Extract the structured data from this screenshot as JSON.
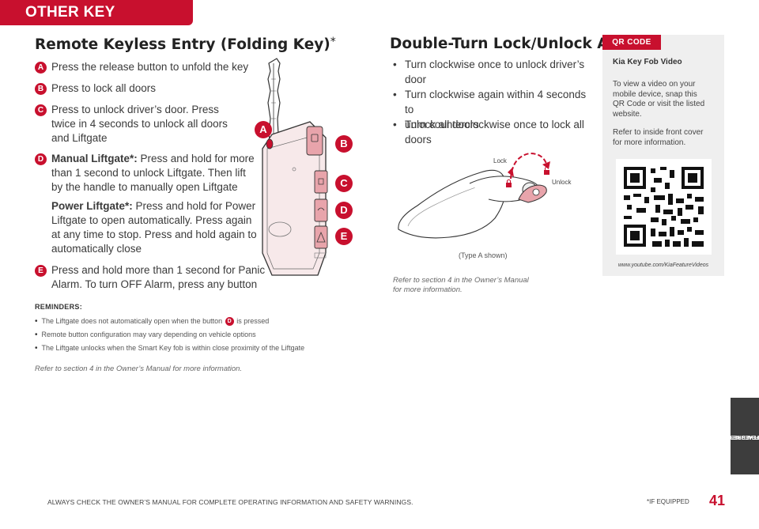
{
  "header": {
    "tab_label": "OTHER KEY FEATURES"
  },
  "left": {
    "title": "Remote Keyless Entry (Folding Key)",
    "title_mark": "*",
    "steps": [
      {
        "badge": "A",
        "text": "Press the release button to unfold the key"
      },
      {
        "badge": "B",
        "text": "Press to lock all doors"
      },
      {
        "badge": "C",
        "text_l1": "Press to unlock driver’s door. Press",
        "text_l2": "twice in 4 seconds to unlock all doors",
        "text_l3": "and Liftgate"
      },
      {
        "badge": "D",
        "bold": "Manual Liftgate*:",
        "text_l1": " Press and hold for more",
        "text_l2": "than 1 second to unlock Liftgate. Then lift",
        "text_l3": "by the handle to manually open Liftgate"
      },
      {
        "bold": "Power Liftgate*:",
        "text_l1": " Press and hold for Power",
        "text_l2": "Liftgate to open automatically. Press again",
        "text_l3": "at any time to stop. Press and hold again to",
        "text_l4": "automatically close"
      },
      {
        "badge": "E",
        "text_l1": "Press and hold more than 1 second for Panic",
        "text_l2": "Alarm. To turn OFF Alarm, press any button"
      }
    ],
    "callouts": [
      "A",
      "B",
      "C",
      "D",
      "E"
    ],
    "reminders_heading": "REMINDERS:",
    "reminders": [
      {
        "pre": "The Liftgate does not automatically open when the button ",
        "badge": "D",
        "post": " is pressed"
      },
      {
        "pre": "Remote button configuration may vary depending on vehicle options"
      },
      {
        "pre": "The Liftgate unlocks when the Smart Key fob is within close proximity of the Liftgate"
      }
    ],
    "ref": "Refer to section 4 in the Owner’s Manual for more information."
  },
  "middle": {
    "title": "Double-Turn Lock/Unlock All",
    "bullets": [
      {
        "l1": "Turn clockwise once to unlock driver’s",
        "l2": "door"
      },
      {
        "l1": "Turn clockwise again within 4 seconds to",
        "l2": "unlock all doors"
      },
      {
        "l1": "Turn counterclockwise once to lock all",
        "l2": "doors"
      }
    ],
    "lock_label": "Lock",
    "unlock_label": "Unlock",
    "type_label": "(Type A shown)",
    "ref_l1": "Refer to section 4 in the Owner’s Manual",
    "ref_l2": "for more information."
  },
  "panel": {
    "tab": "QR CODE",
    "heading": "Kia Key Fob Video",
    "text_l1": "To view a video on your",
    "text_l2": "mobile device, snap this",
    "text_l3": "QR Code or visit the listed",
    "text_l4": "website.",
    "text2_l1": "Refer to inside front cover",
    "text2_l2": "for more information.",
    "url": "www.youtube.com/KiaFeatureVideos"
  },
  "side_tab": {
    "l1": "OTHER KEY",
    "l2": "FEATURES"
  },
  "footer": {
    "warning": "ALWAYS CHECK THE OWNER’S MANUAL FOR COMPLETE OPERATING INFORMATION AND SAFETY WARNINGS.",
    "if_equipped": "*IF EQUIPPED",
    "page_number": "41"
  },
  "colors": {
    "accent": "#c8102e",
    "panel_bg": "#efefef",
    "side_tab": "#3d3d3d"
  }
}
